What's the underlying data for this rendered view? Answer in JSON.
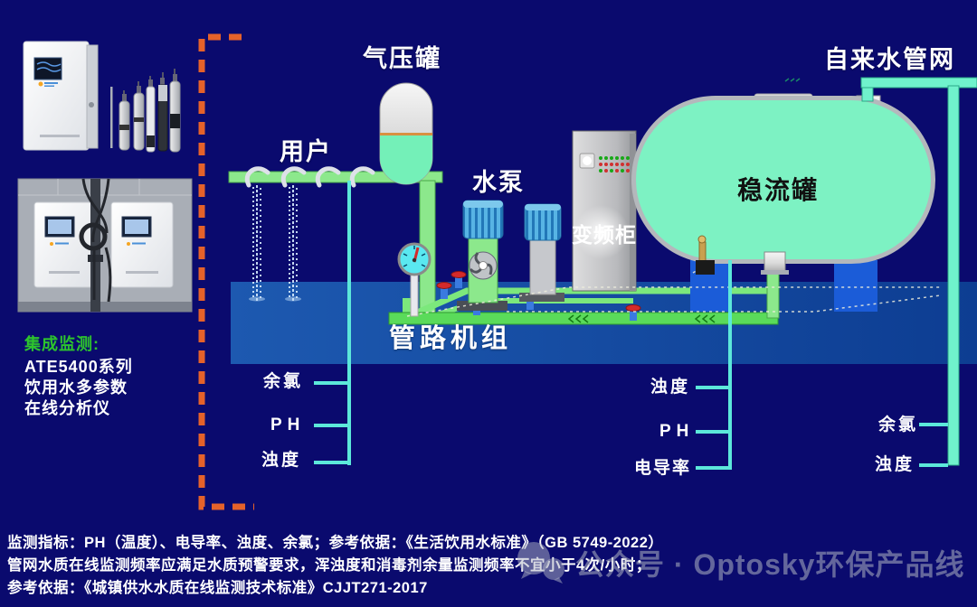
{
  "colors": {
    "background": "#0a0a6e",
    "ground_band": "#164fa4",
    "pipe_green": "#8ce88c",
    "supply_green": "#5adb5a",
    "tank_fill": "#7df2c3",
    "monitor_cyan": "#5ce8da",
    "dash_orange": "#e5622a",
    "support_blue": "#1b5cd8",
    "heading_green": "#2dc42d"
  },
  "left_panel": {
    "heading": "集成监测:",
    "lines": [
      "ATE5400系列",
      "饮用水多参数",
      "在线分析仪"
    ]
  },
  "diagram": {
    "air_tank_label": "气压罐",
    "users_label": "用户",
    "pump_label": "水泵",
    "vfd_cabinet_label": "变频柜",
    "stabilizer_tank_label": "稳流罐",
    "tap_water_network_label": "自来水管网",
    "pipeline_unit_label": "管路机组",
    "monitor_points": {
      "user_line": [
        "余氯",
        "PH",
        "浊度"
      ],
      "pump_line": [
        "浊度",
        "PH",
        "电导率"
      ],
      "network_line": [
        "余氯",
        "浊度"
      ]
    }
  },
  "footer": {
    "lines": [
      "监测指标：PH（温度）、电导率、浊度、余氯；参考依据：《生活饮用水标准》（GB 5749-2022）",
      "管网水质在线监测频率应满足水质预警要求，浑浊度和消毒剂余量监测频率不宜小于4次/小时；",
      "参考依据：《城镇供水水质在线监测技术标准》CJJT271-2017"
    ]
  },
  "watermark": {
    "text": "公众号 · Optosky环保产品线"
  }
}
